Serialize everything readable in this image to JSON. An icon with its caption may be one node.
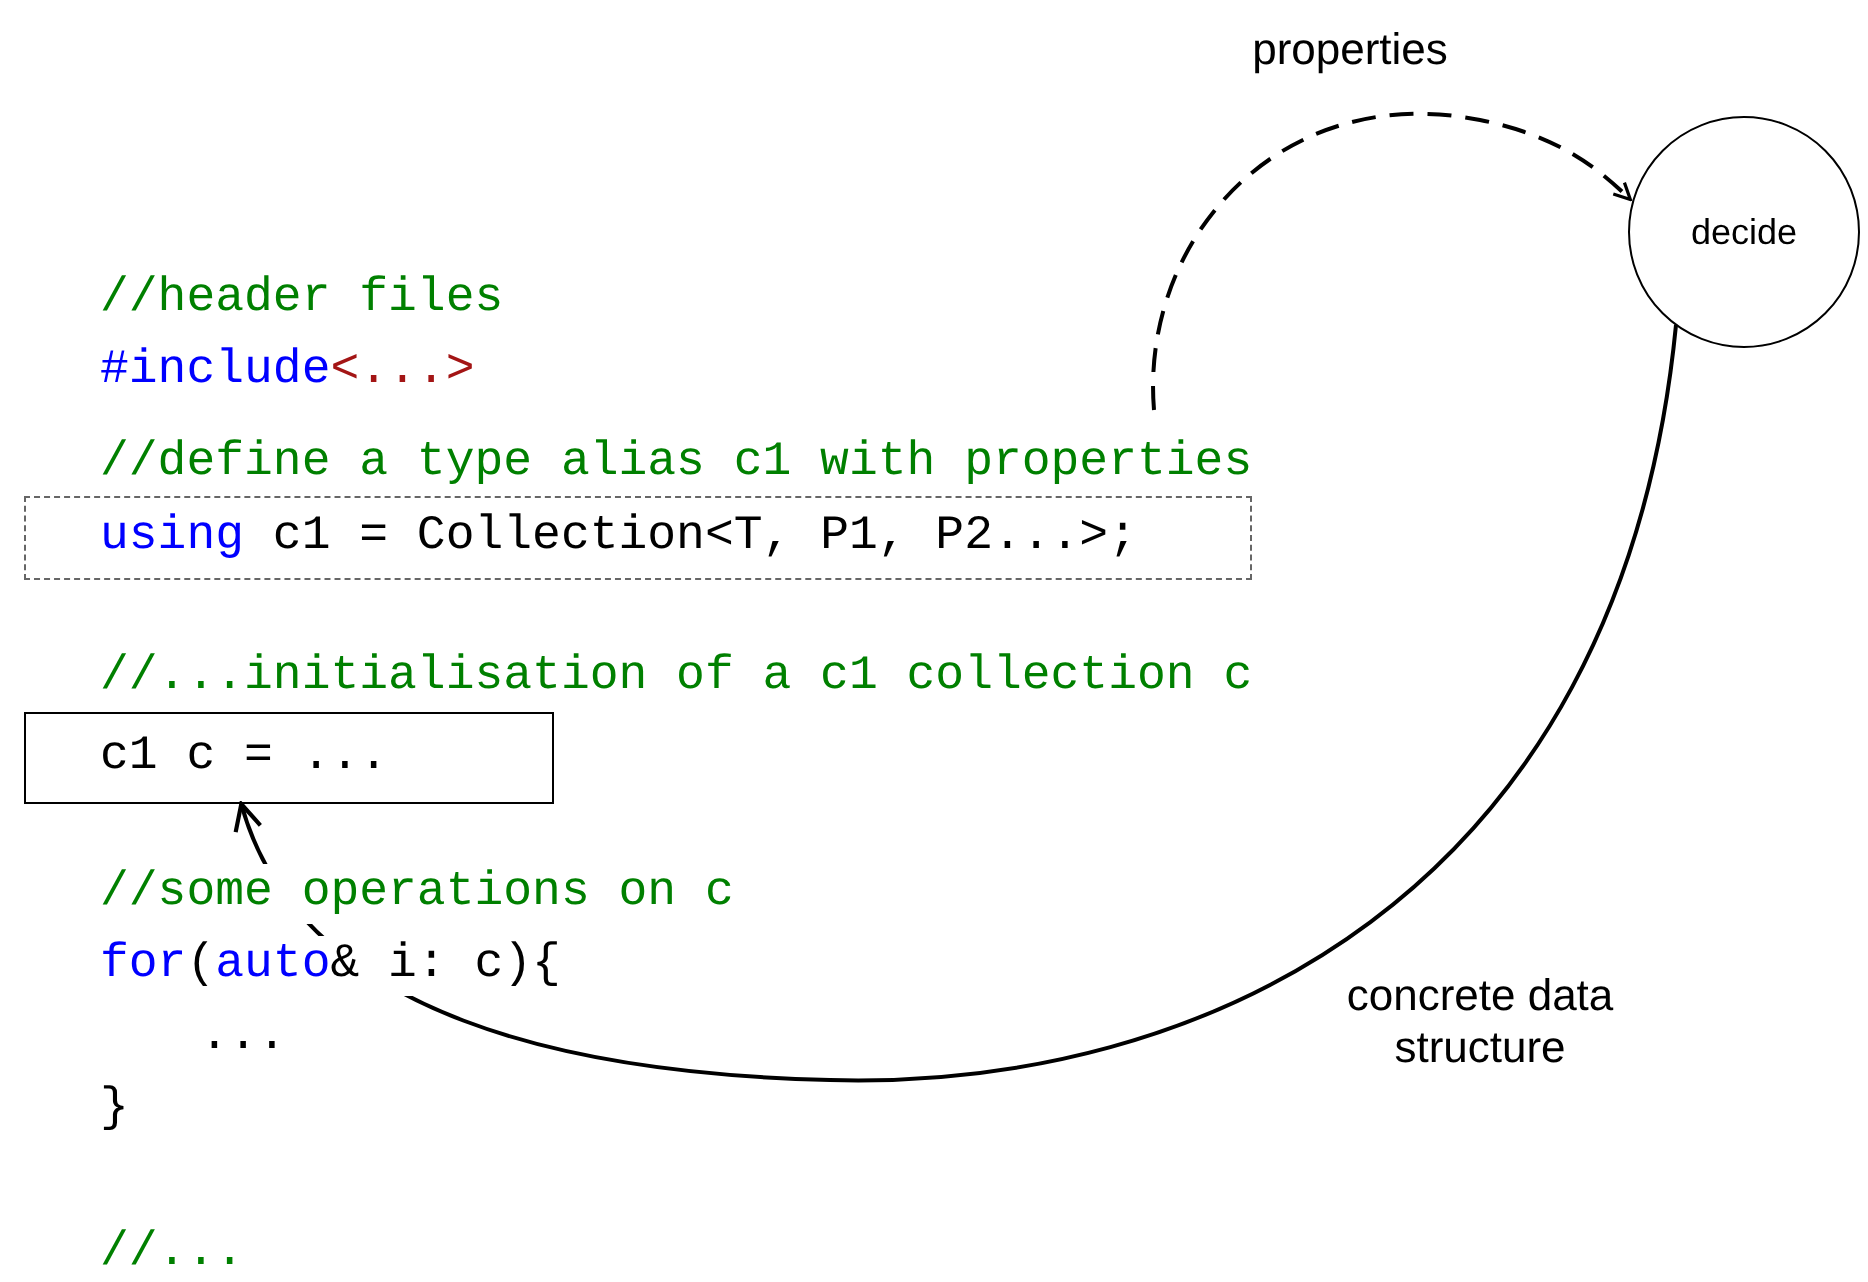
{
  "diagram": {
    "nodes": [
      {
        "text": [
          "using c1 = Collection<T, P1, P2...>;"
        ]
      },
      {
        "text": [
          "c1 c = ..."
        ]
      },
      {
        "text": [
          "decide"
        ]
      }
    ],
    "edges": [
      {
        "from": null,
        "to": 2,
        "arrow": "to",
        "label": "properties",
        "style": "dashed"
      },
      {
        "from": 2,
        "to": 1,
        "arrow": "to",
        "label": "concrete data structure"
      }
    ],
    "labels": [
      "//header files",
      "#include<...>",
      "//define a type alias c1 with properties",
      "//...initialisation of a c1 collection c",
      "//some operations on c",
      "for(auto& i: c){",
      "...",
      "}",
      "//..."
    ]
  }
}
